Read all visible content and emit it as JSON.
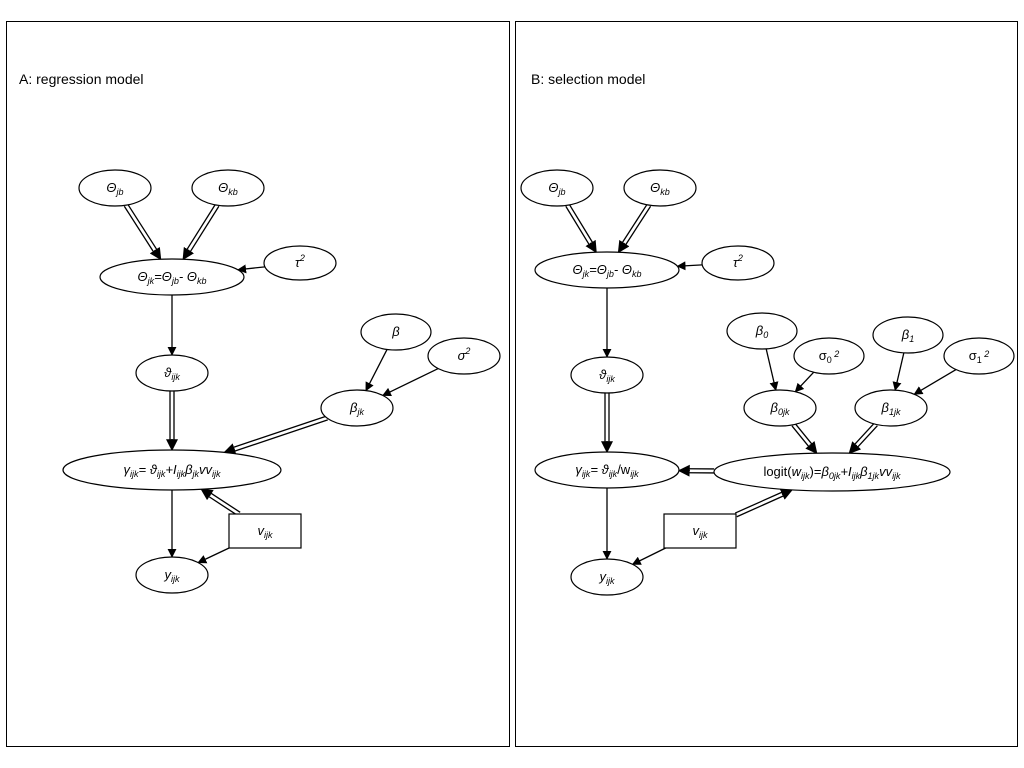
{
  "panels": [
    {
      "id": "A",
      "title": "A: regression model"
    },
    {
      "id": "B",
      "title": "B: selection model"
    }
  ],
  "nodes": {
    "a_theta_jb": {
      "shape": "ellipse",
      "label": [
        {
          "t": "Θ",
          "i": true
        },
        {
          "t": "jb",
          "s": "sub",
          "i": true
        }
      ]
    },
    "a_theta_kb": {
      "shape": "ellipse",
      "label": [
        {
          "t": "Θ",
          "i": true
        },
        {
          "t": "kb",
          "s": "sub",
          "i": true
        }
      ]
    },
    "a_theta_jk": {
      "shape": "ellipse",
      "label": [
        {
          "t": "Θ",
          "i": true
        },
        {
          "t": "jk",
          "s": "sub",
          "i": true
        },
        {
          "t": "=",
          "i": true
        },
        {
          "t": "Θ",
          "i": true
        },
        {
          "t": "jb",
          "s": "sub",
          "i": true
        },
        {
          "t": "- ",
          "i": true
        },
        {
          "t": "Θ",
          "i": true
        },
        {
          "t": "kb",
          "s": "sub",
          "i": true
        }
      ]
    },
    "a_tau2": {
      "shape": "ellipse",
      "label": [
        {
          "t": "τ",
          "i": true
        },
        {
          "t": "2",
          "s": "sup",
          "i": true
        }
      ]
    },
    "a_vartheta": {
      "shape": "ellipse",
      "label": [
        {
          "t": "ϑ",
          "i": true
        },
        {
          "t": "ijk",
          "s": "sub",
          "i": true
        }
      ]
    },
    "a_beta": {
      "shape": "ellipse",
      "label": [
        {
          "t": "β",
          "i": true
        }
      ]
    },
    "a_sigma2": {
      "shape": "ellipse",
      "label": [
        {
          "t": "σ",
          "i": true
        },
        {
          "t": "2",
          "s": "sup",
          "i": true
        }
      ]
    },
    "a_beta_jk": {
      "shape": "ellipse",
      "label": [
        {
          "t": "β",
          "i": true
        },
        {
          "t": "jk",
          "s": "sub",
          "i": true
        }
      ]
    },
    "a_gamma": {
      "shape": "ellipse",
      "label": [
        {
          "t": "γ",
          "i": true
        },
        {
          "t": "ijk",
          "s": "sub",
          "i": true
        },
        {
          "t": "= ",
          "i": true
        },
        {
          "t": "ϑ",
          "i": true
        },
        {
          "t": "ijk",
          "s": "sub",
          "i": true
        },
        {
          "t": "+",
          "i": true
        },
        {
          "t": "I",
          "i": true
        },
        {
          "t": "ijk",
          "s": "sub",
          "i": true
        },
        {
          "t": "β",
          "i": true
        },
        {
          "t": "jk",
          "s": "sub",
          "i": true
        },
        {
          "t": "v",
          "i": true
        },
        {
          "t": "v",
          "i": true
        },
        {
          "t": "ijk",
          "s": "sub",
          "i": true
        }
      ]
    },
    "a_v": {
      "shape": "rect",
      "label": [
        {
          "t": "v",
          "i": true
        },
        {
          "t": "ijk",
          "s": "sub",
          "i": true
        }
      ]
    },
    "a_y": {
      "shape": "ellipse",
      "label": [
        {
          "t": "y",
          "i": true
        },
        {
          "t": "ijk",
          "s": "sub",
          "i": true
        }
      ]
    },
    "b_theta_jb": {
      "shape": "ellipse",
      "label": [
        {
          "t": "Θ",
          "i": true
        },
        {
          "t": "jb",
          "s": "sub",
          "i": true
        }
      ]
    },
    "b_theta_kb": {
      "shape": "ellipse",
      "label": [
        {
          "t": "Θ",
          "i": true
        },
        {
          "t": "kb",
          "s": "sub",
          "i": true
        }
      ]
    },
    "b_theta_jk": {
      "shape": "ellipse",
      "label": [
        {
          "t": "Θ",
          "i": true
        },
        {
          "t": "jk",
          "s": "sub",
          "i": true
        },
        {
          "t": "=",
          "i": true
        },
        {
          "t": "Θ",
          "i": true
        },
        {
          "t": "jb",
          "s": "sub",
          "i": true
        },
        {
          "t": "- ",
          "i": true
        },
        {
          "t": "Θ",
          "i": true
        },
        {
          "t": "kb",
          "s": "sub",
          "i": true
        }
      ]
    },
    "b_tau2": {
      "shape": "ellipse",
      "label": [
        {
          "t": "τ",
          "i": true
        },
        {
          "t": "2",
          "s": "sup",
          "i": true
        }
      ]
    },
    "b_vartheta": {
      "shape": "ellipse",
      "label": [
        {
          "t": "ϑ",
          "i": true
        },
        {
          "t": "ijk",
          "s": "sub",
          "i": true
        }
      ]
    },
    "b_beta0": {
      "shape": "ellipse",
      "label": [
        {
          "t": "β",
          "i": true
        },
        {
          "t": "0",
          "s": "sub",
          "i": true
        }
      ]
    },
    "b_sigma0": {
      "shape": "ellipse",
      "label": [
        {
          "t": "σ",
          "i": false
        },
        {
          "t": "0",
          "s": "sub",
          "i": false
        },
        {
          "t": " 2",
          "s": "sup",
          "i": true
        }
      ]
    },
    "b_beta1": {
      "shape": "ellipse",
      "label": [
        {
          "t": "β",
          "i": true
        },
        {
          "t": "1",
          "s": "sub",
          "i": true
        }
      ]
    },
    "b_sigma1": {
      "shape": "ellipse",
      "label": [
        {
          "t": "σ",
          "i": false
        },
        {
          "t": "1",
          "s": "sub",
          "i": false
        },
        {
          "t": " 2",
          "s": "sup",
          "i": true
        }
      ]
    },
    "b_beta0jk": {
      "shape": "ellipse",
      "label": [
        {
          "t": "β",
          "i": true
        },
        {
          "t": "0jk",
          "s": "sub",
          "i": true
        }
      ]
    },
    "b_beta1jk": {
      "shape": "ellipse",
      "label": [
        {
          "t": "β",
          "i": true
        },
        {
          "t": "1jk",
          "s": "sub",
          "i": true
        }
      ]
    },
    "b_gamma": {
      "shape": "ellipse",
      "label": [
        {
          "t": "γ",
          "i": true
        },
        {
          "t": "ijk",
          "s": "sub",
          "i": true
        },
        {
          "t": "= ",
          "i": true
        },
        {
          "t": "ϑ",
          "i": true
        },
        {
          "t": "ijk",
          "s": "sub",
          "i": true
        },
        {
          "t": "/w",
          "i": false
        },
        {
          "t": "ijk",
          "s": "sub",
          "i": true
        }
      ]
    },
    "b_logit": {
      "shape": "ellipse",
      "label": [
        {
          "t": "logit(",
          "i": false
        },
        {
          "t": "w",
          "i": true
        },
        {
          "t": "ijk",
          "s": "sub",
          "i": true
        },
        {
          "t": ")=",
          "i": false
        },
        {
          "t": "β",
          "i": true
        },
        {
          "t": "0jk",
          "s": "sub",
          "i": true
        },
        {
          "t": "+",
          "i": true
        },
        {
          "t": "I",
          "i": true
        },
        {
          "t": "ijk",
          "s": "sub",
          "i": true
        },
        {
          "t": "β",
          "i": true
        },
        {
          "t": "1jk",
          "s": "sub",
          "i": true
        },
        {
          "t": "v",
          "i": true
        },
        {
          "t": "v",
          "i": true
        },
        {
          "t": "ijk",
          "s": "sub",
          "i": true
        }
      ]
    },
    "b_v": {
      "shape": "rect",
      "label": [
        {
          "t": "v",
          "i": true
        },
        {
          "t": "ijk",
          "s": "sub",
          "i": true
        }
      ]
    },
    "b_y": {
      "shape": "ellipse",
      "label": [
        {
          "t": "y",
          "i": true
        },
        {
          "t": "ijk",
          "s": "sub",
          "i": true
        }
      ]
    }
  },
  "edges": [
    {
      "from": "a_theta_jb",
      "to": "a_theta_jk",
      "style": "double"
    },
    {
      "from": "a_theta_kb",
      "to": "a_theta_jk",
      "style": "double"
    },
    {
      "from": "a_tau2",
      "to": "a_theta_jk",
      "style": "single"
    },
    {
      "from": "a_theta_jk",
      "to": "a_vartheta",
      "style": "single"
    },
    {
      "from": "a_vartheta",
      "to": "a_gamma",
      "style": "double"
    },
    {
      "from": "a_beta",
      "to": "a_beta_jk",
      "style": "single"
    },
    {
      "from": "a_sigma2",
      "to": "a_beta_jk",
      "style": "single"
    },
    {
      "from": "a_beta_jk",
      "to": "a_gamma",
      "style": "double"
    },
    {
      "from": "a_v",
      "to": "a_gamma",
      "style": "double"
    },
    {
      "from": "a_gamma",
      "to": "a_y",
      "style": "single"
    },
    {
      "from": "a_v",
      "to": "a_y",
      "style": "single"
    },
    {
      "from": "b_theta_jb",
      "to": "b_theta_jk",
      "style": "double"
    },
    {
      "from": "b_theta_kb",
      "to": "b_theta_jk",
      "style": "double"
    },
    {
      "from": "b_tau2",
      "to": "b_theta_jk",
      "style": "single"
    },
    {
      "from": "b_theta_jk",
      "to": "b_vartheta",
      "style": "single"
    },
    {
      "from": "b_vartheta",
      "to": "b_gamma",
      "style": "double"
    },
    {
      "from": "b_beta0",
      "to": "b_beta0jk",
      "style": "single"
    },
    {
      "from": "b_sigma0",
      "to": "b_beta0jk",
      "style": "single"
    },
    {
      "from": "b_beta1",
      "to": "b_beta1jk",
      "style": "single"
    },
    {
      "from": "b_sigma1",
      "to": "b_beta1jk",
      "style": "single"
    },
    {
      "from": "b_beta0jk",
      "to": "b_logit",
      "style": "double"
    },
    {
      "from": "b_beta1jk",
      "to": "b_logit",
      "style": "double"
    },
    {
      "from": "b_logit",
      "to": "b_gamma",
      "style": "double"
    },
    {
      "from": "b_v",
      "to": "b_logit",
      "style": "double"
    },
    {
      "from": "b_gamma",
      "to": "b_y",
      "style": "single"
    },
    {
      "from": "b_v",
      "to": "b_y",
      "style": "single"
    }
  ]
}
